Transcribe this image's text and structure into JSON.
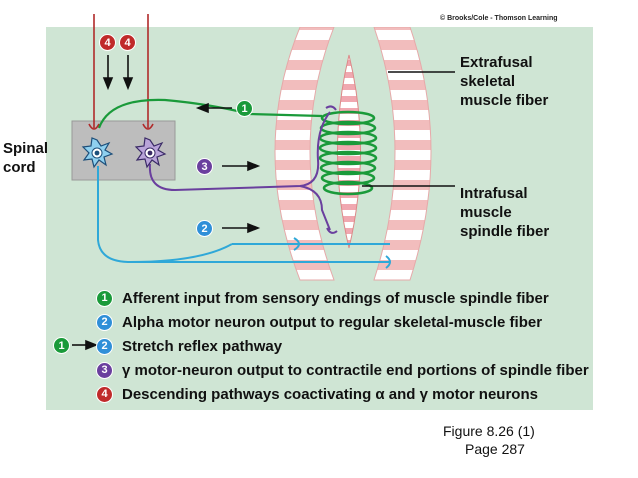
{
  "copyright": "© Brooks/Cole - Thomson Learning",
  "labels": {
    "spinal_cord_line1": "Spinal",
    "spinal_cord_line2": "cord",
    "extrafusal_line1": "Extrafusal",
    "extrafusal_line2": "skeletal",
    "extrafusal_line3": "muscle fiber",
    "intrafusal_line1": "Intrafusal",
    "intrafusal_line2": "muscle",
    "intrafusal_line3": "spindle fiber"
  },
  "pathway_markers": [
    "1",
    "2",
    "3",
    "4",
    "4"
  ],
  "legend": [
    {
      "badges": [
        "1"
      ],
      "text": "Afferent input from sensory endings of muscle spindle fiber"
    },
    {
      "badges": [
        "2"
      ],
      "text": "Alpha motor neuron output to regular skeletal-muscle fiber"
    },
    {
      "badges": [
        "1",
        "2"
      ],
      "text": "Stretch reflex pathway"
    },
    {
      "badges": [
        "3"
      ],
      "text": "γ motor-neuron output to contractile end portions of spindle fiber"
    },
    {
      "badges": [
        "4"
      ],
      "text": "Descending pathways coactivating α and γ motor neurons"
    }
  ],
  "caption": {
    "line1": "Figure 8.26 (1)",
    "line2": "Page 287"
  },
  "colors": {
    "panel_bg": "#cfe5d4",
    "afferent_green": "#1a9a3a",
    "alpha_blue": "#2fa8d8",
    "gamma_purple": "#6a3f9e",
    "descending_red": "#b02a2a",
    "muscle_stripe": "#f2bdbd"
  }
}
